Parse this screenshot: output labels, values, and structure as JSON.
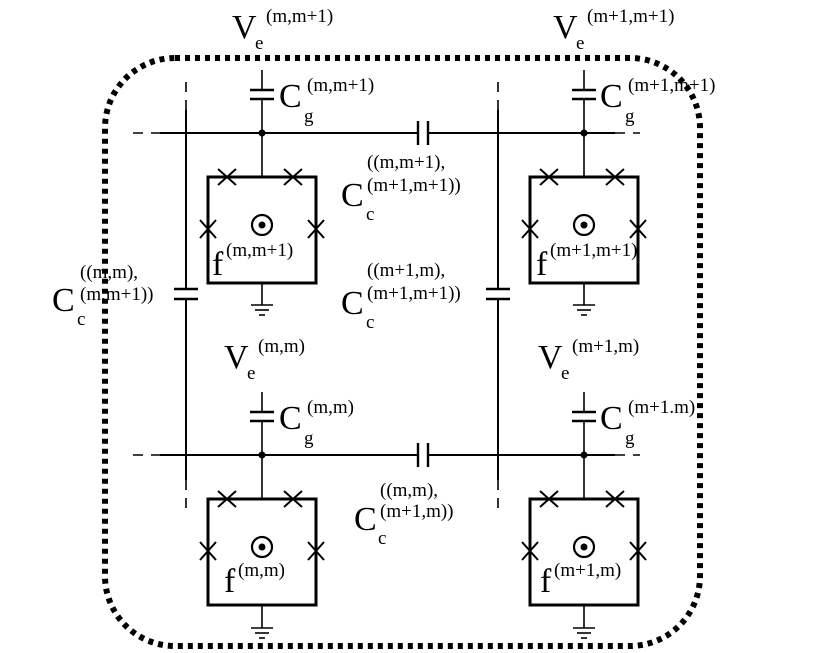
{
  "labels": {
    "ve_tl": {
      "main": "V",
      "sub": "e",
      "sup": "(m,m+1)"
    },
    "ve_tr": {
      "main": "V",
      "sub": "e",
      "sup": "(m+1,m+1)"
    },
    "ve_bl": {
      "main": "V",
      "sub": "e",
      "sup": "(m,m)"
    },
    "ve_br": {
      "main": "V",
      "sub": "e",
      "sup": "(m+1,m)"
    },
    "cg_tl": {
      "main": "C",
      "sub": "g",
      "sup": "(m,m+1)"
    },
    "cg_tr": {
      "main": "C",
      "sub": "g",
      "sup": "(m+1,m+1)"
    },
    "cg_bl": {
      "main": "C",
      "sub": "g",
      "sup": "(m,m)"
    },
    "cg_br": {
      "main": "C",
      "sub": "g",
      "sup": "(m+1.m)"
    },
    "cc_top": {
      "main": "C",
      "sub": "c",
      "sup1": "((m,m+1),",
      "sup2": "(m+1,m+1))"
    },
    "cc_left": {
      "main": "C",
      "sub": "c",
      "sup1": "((m,m),",
      "sup2": "(m,m+1))"
    },
    "cc_mid": {
      "main": "C",
      "sub": "c",
      "sup1": "((m+1,m),",
      "sup2": "(m+1,m+1))"
    },
    "cc_bot": {
      "main": "C",
      "sub": "c",
      "sup1": "((m,m),",
      "sup2": "(m+1,m))"
    },
    "f_tl": {
      "main": "f",
      "sup": "(m,m+1)"
    },
    "f_tr": {
      "main": "f",
      "sup": "(m+1,m+1)"
    },
    "f_bl": {
      "main": "f",
      "sup": "(m,m)"
    },
    "f_br": {
      "main": "f",
      "sup": "(m+1,m)"
    }
  }
}
